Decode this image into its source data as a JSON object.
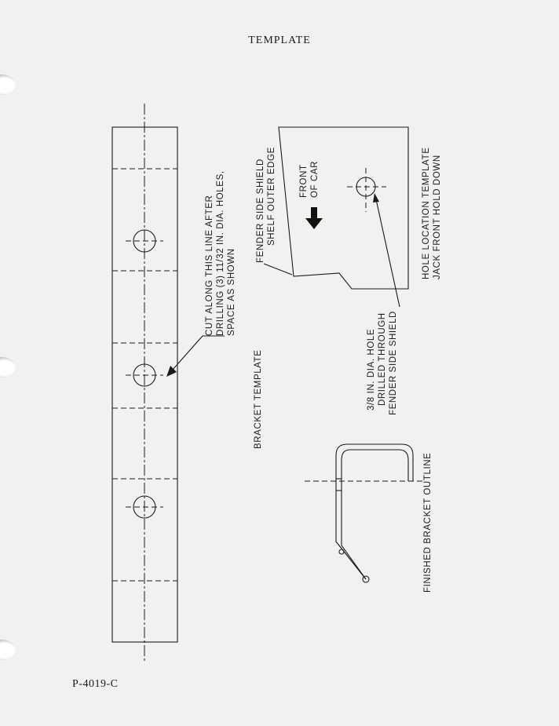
{
  "page": {
    "title": "TEMPLATE",
    "form_number": "P-4019-C"
  },
  "bracket_template": {
    "title": "BRACKET TEMPLATE",
    "cut_note": [
      "CUT ALONG THIS LINE AFTER",
      "DRILLING (3) 11/32 IN. DIA. HOLES,",
      "SPACE AS SHOWN"
    ]
  },
  "hole_location_template": {
    "title": [
      "HOLE LOCATION TEMPLATE",
      "JACK FRONT HOLD DOWN"
    ],
    "edge_label": [
      "FENDER SIDE SHIELD",
      "SHELF OUTER EDGE"
    ],
    "direction_label": [
      "FRONT",
      "OF CAR"
    ],
    "hole_label": [
      "3/8 IN. DIA. HOLE",
      "DRILLED THROUGH",
      "FENDER SIDE SHIELD"
    ]
  },
  "finished_bracket": {
    "title": "FINISHED BRACKET OUTLINE"
  }
}
